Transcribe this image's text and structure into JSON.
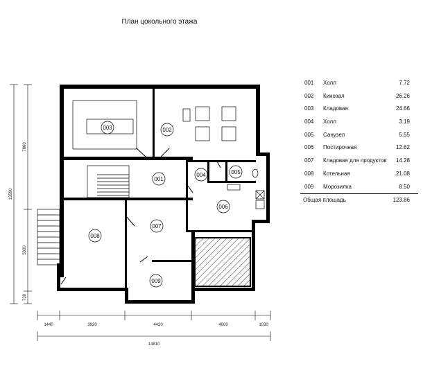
{
  "title": "План цокольного этажа",
  "rooms": [
    {
      "code": "001",
      "name": "Холл",
      "area": "7.72"
    },
    {
      "code": "002",
      "name": "Кинозал",
      "area": "26.26"
    },
    {
      "code": "003",
      "name": "Кладовая",
      "area": "24.66"
    },
    {
      "code": "004",
      "name": "Холл",
      "area": "3.19"
    },
    {
      "code": "005",
      "name": "Санузел",
      "area": "5.55"
    },
    {
      "code": "006",
      "name": "Постирочная",
      "area": "12.62"
    },
    {
      "code": "007",
      "name": "Кладовая для продуктов",
      "area": "14.28"
    },
    {
      "code": "008",
      "name": "Котельная",
      "area": "21.08"
    },
    {
      "code": "009",
      "name": "Морозилка",
      "area": "8.50"
    }
  ],
  "total": {
    "label": "Общая площадь",
    "area": "123.86"
  },
  "dimensions": {
    "bottom": [
      "1440",
      "3920",
      "4420",
      "4000",
      "1030"
    ],
    "overall_width": "14810",
    "left_overall": "13590",
    "left_parts": [
      "7860",
      "5300",
      "730"
    ]
  }
}
